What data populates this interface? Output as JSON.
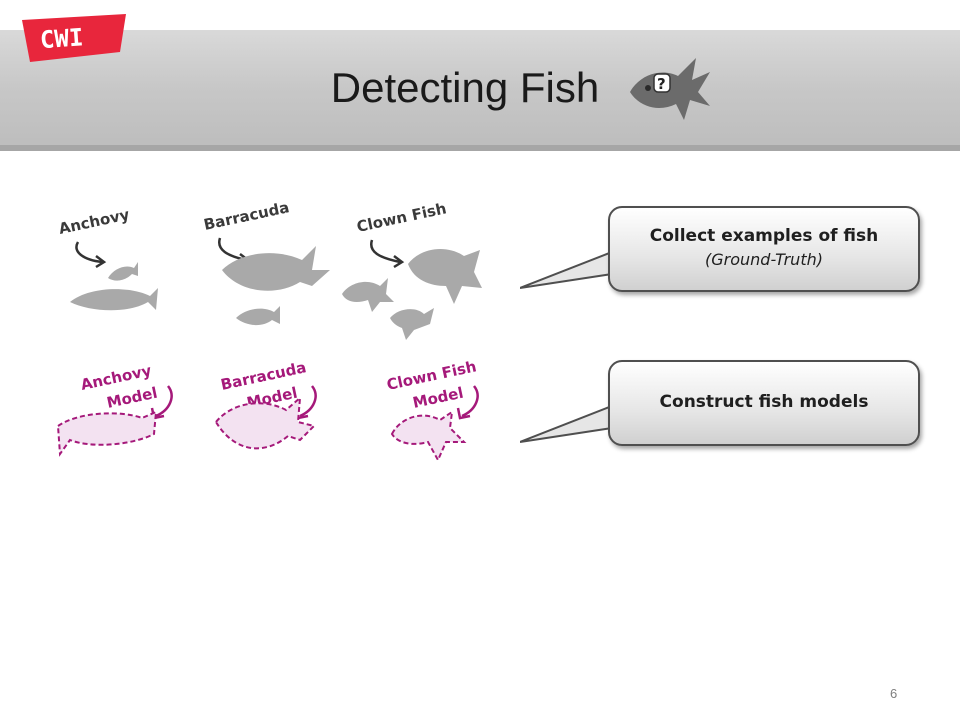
{
  "slide": {
    "logo_text": "CWI",
    "title": "Detecting Fish",
    "page_number": "6"
  },
  "fish": {
    "row1": [
      "Anchovy",
      "Barracuda",
      "Clown Fish"
    ],
    "row2": [
      {
        "line1": "Anchovy",
        "line2": "Model"
      },
      {
        "line1": "Barracuda",
        "line2": "Model"
      },
      {
        "line1": "Clown Fish",
        "line2": "Model"
      }
    ]
  },
  "callouts": [
    {
      "line1": "Collect examples of fish",
      "line2": "(Ground-Truth)"
    },
    {
      "line1": "Construct fish models",
      "line2": ""
    }
  ],
  "colors": {
    "brand_red": "#e8263c",
    "fish_gray": "#a9a9a9",
    "model_magenta": "#a5197a",
    "model_fill": "#f3e2f1"
  }
}
